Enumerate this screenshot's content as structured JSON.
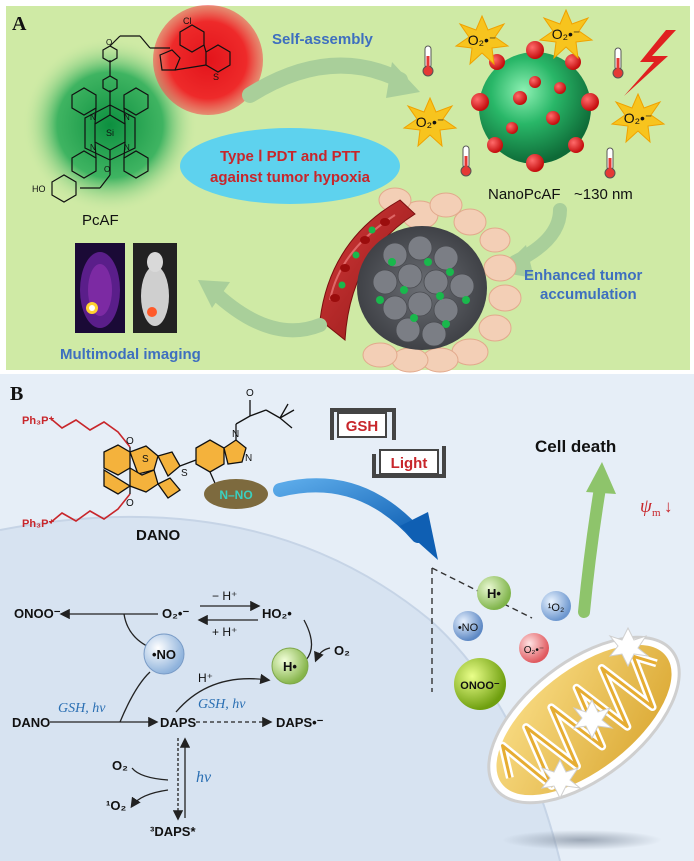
{
  "panel_a": {
    "letter": "A",
    "label_self_assembly": "Self-assembly",
    "label_type_line1": "Type Ⅰ PDT and PTT",
    "label_type_line2": "against tumor hypoxia",
    "label_pcaf": "PcAF",
    "label_nanopcaf": "NanoPcAF",
    "label_size": "~130 nm",
    "label_enhanced_line1": "Enhanced tumor",
    "label_enhanced_line2": "accumulation",
    "label_multimodal": "Multimodal imaging",
    "o2_radical": "O₂•⁻",
    "chem_si": "Si",
    "chem_n": "N",
    "chem_cl": "Cl",
    "chem_s": "S",
    "chem_ho": "HO",
    "chem_o": "O",
    "colors": {
      "background": "#cfeaa5",
      "title_blue": "#3e6fbf",
      "type_red": "#c8262b",
      "ellipse_cyan": "#5ed2ee",
      "arrow_green": "#a9cf9a"
    }
  },
  "panel_b": {
    "letter": "B",
    "label_dano": "DANO",
    "label_gsh": "GSH",
    "label_light": "Light",
    "label_cell_death": "Cell death",
    "label_psi": "ψ",
    "label_psi_sub": "m",
    "label_down": "↓",
    "chem_ph3p_top": "Ph₃P⁺",
    "chem_ph3p_bottom": "Ph₃P⁺",
    "chem_n_no": "N–NO",
    "chem_n": "N",
    "chem_o": "O",
    "chem_s": "S",
    "scheme": {
      "onoo": "ONOO⁻",
      "o2_radical": "O₂•⁻",
      "minus_h": "− H⁺",
      "plus_h": "+ H⁺",
      "ho2": "HO₂•",
      "o2": "O₂",
      "no_radical": "•NO",
      "h_plus": "H⁺",
      "h_radical": "H•",
      "dano": "DANO",
      "gsh_hv_1": "GSH, hν",
      "daps": "DAPS",
      "gsh_hv_2": "GSH, hν",
      "daps_radical": "DAPS•⁻",
      "o2_bottom": "O₂",
      "hv": "hν",
      "singlet_o2": "¹O₂",
      "triplet_daps": "³DAPS*"
    },
    "spheres": {
      "h_radical": "H•",
      "no_radical": "•NO",
      "singlet_o2": "¹O₂",
      "o2_radical": "O₂•⁻",
      "onoo": "ONOO⁻"
    },
    "colors": {
      "background": "#e6eef7",
      "arrow_blue": "#1f73c6",
      "mito_yellow": "#f2c64d",
      "chain_red": "#c8262b",
      "sulfur_orange": "#f4b23c"
    }
  }
}
